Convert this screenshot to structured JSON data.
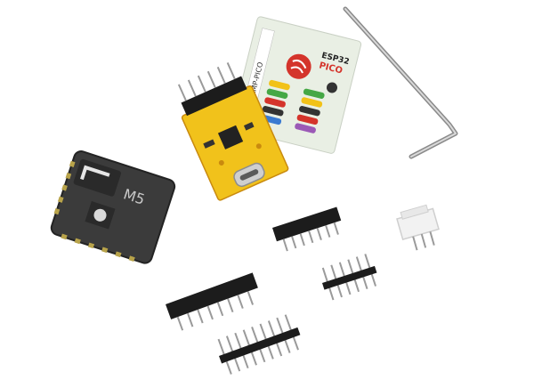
{
  "scene": {
    "description_hidden": "",
    "module": {
      "label": "M5"
    },
    "pinout_card": {
      "brand_lines": [
        "ESP32",
        "PICO"
      ],
      "side_text": "M5STAMP-PICO"
    },
    "colors": {
      "module_body": "#3b3b3b",
      "module_dark": "#2a2a2a",
      "pcb_yellow": "#f1c21b",
      "pcb_orange": "#e39a12",
      "header_black": "#1c1c1c",
      "pin_gold": "#b9b9b9",
      "card_bg": "#e9efe4",
      "card_red": "#d4342b",
      "connector_white": "#f2f2f2"
    }
  }
}
